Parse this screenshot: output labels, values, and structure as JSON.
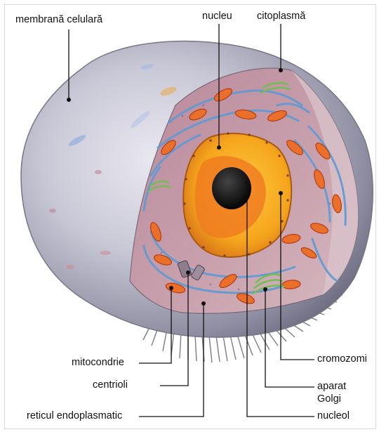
{
  "labels": {
    "membrana": "membrană celulară",
    "nucleu": "nucleu",
    "citoplasma": "citoplasmă",
    "mitocondrie": "mitocondrie",
    "centrioli": "centrioli",
    "reticul": "reticul endoplasmatic",
    "cromozomi": "cromozomi",
    "aparat_line1": "aparat",
    "aparat_line2": "Golgi",
    "nucleol": "nucleol"
  },
  "colors": {
    "background": "#ffffff",
    "membrane": "#b9b8c8",
    "cytoplasm": "#c39aa6",
    "reticulum": "#6aa3d6",
    "mitochondria": "#e8702a",
    "nucleus_outer": "#f2a21b",
    "nucleus_inner": "#f07d20",
    "nucleolus": "#111111",
    "golgi": "#7cc35c",
    "leader_lines": "#111111"
  }
}
